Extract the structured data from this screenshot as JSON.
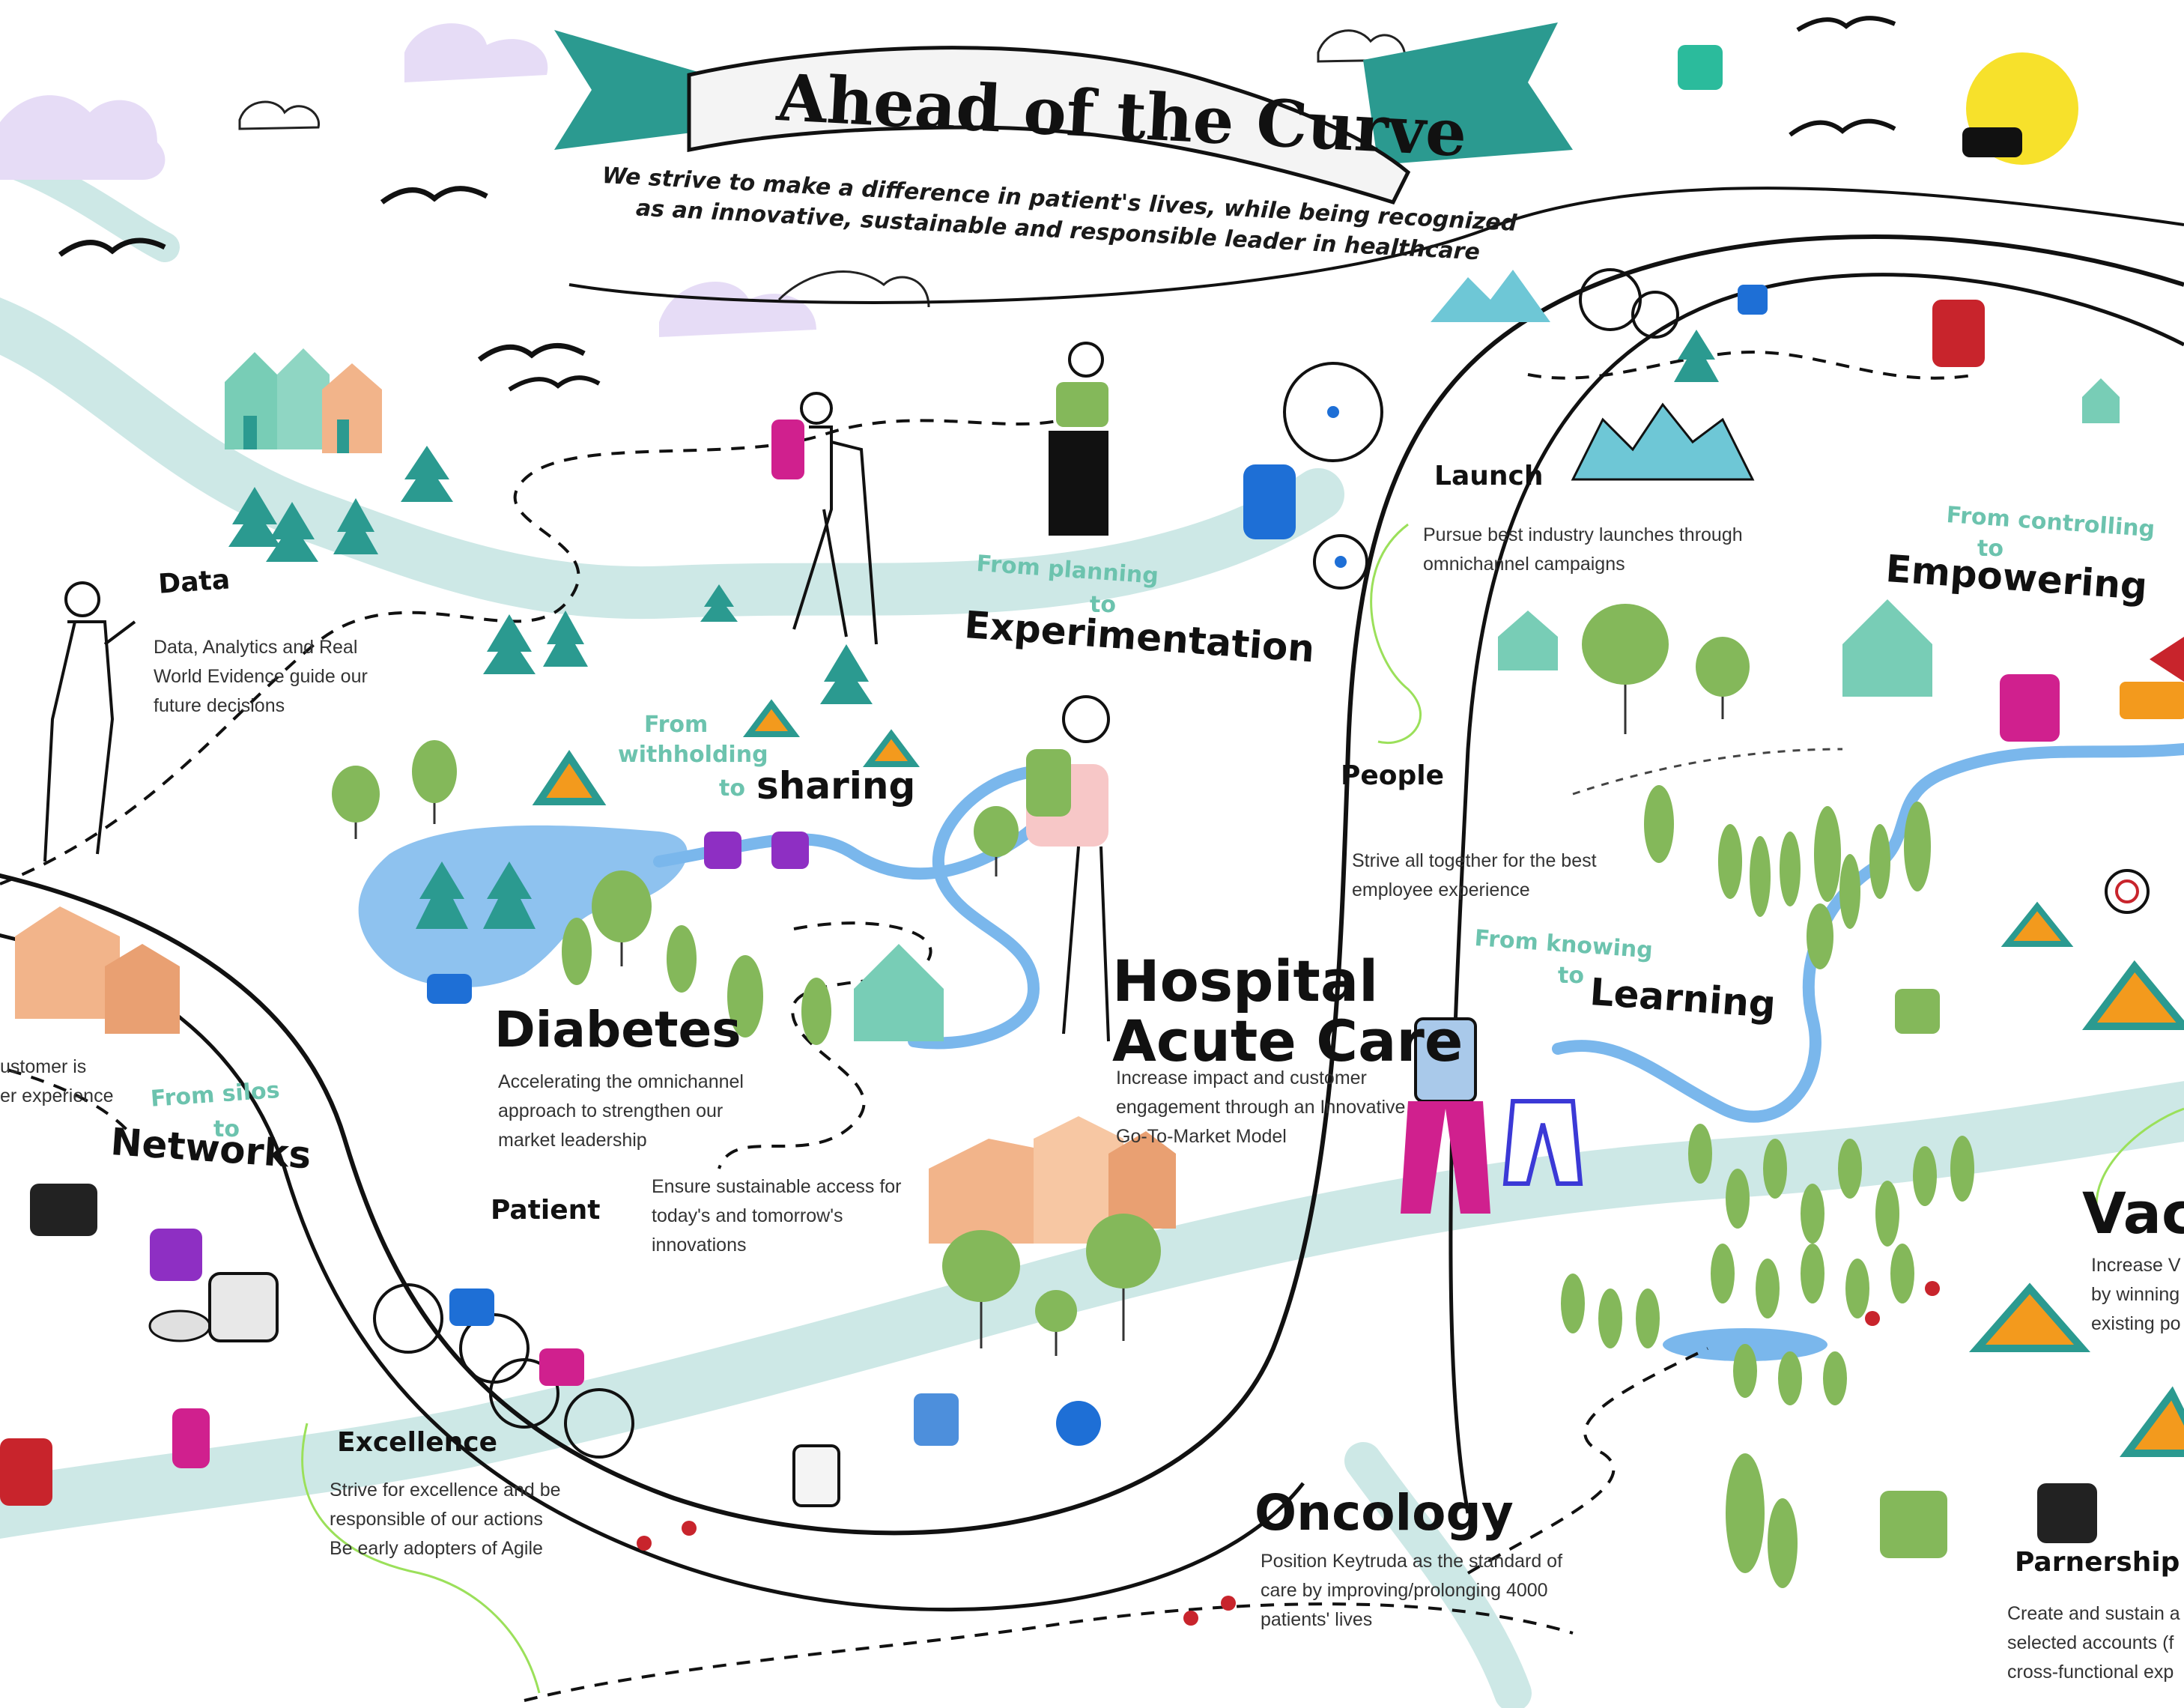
{
  "title": "Ahead of the Curve",
  "subtitle_line1": "We strive to make a difference in patient's lives, while being recognized",
  "subtitle_line2": "as an innovative, sustainable and responsible leader in healthcare",
  "colors": {
    "river": "#cde8e6",
    "lake": "#7ab7ec",
    "teal": "#2b9a90",
    "mint": "#78cdb6",
    "peach": "#f2b48a",
    "lavender": "#e6dcf6",
    "accent_green": "#6cc3ae",
    "tree_green": "#84b85a",
    "magenta": "#d0208e",
    "purple": "#8e2fc3",
    "orange": "#f39a1d",
    "red": "#c8242c",
    "yellow": "#f7e12b"
  },
  "tags": {
    "data": "Data",
    "launch": "Launch",
    "people": "People",
    "patient": "Patient",
    "excellence": "Excellence",
    "partnership": "Parnership"
  },
  "sections": {
    "data": {
      "desc": "Data, Analytics and Real World Evidence guide our future decisions"
    },
    "launch": {
      "desc": "Pursue best industry launches through omnichannel campaigns"
    },
    "people": {
      "desc": "Strive all together for the best employee experience"
    },
    "patient": {
      "desc": "Ensure sustainable access for today's and tomorrow's innovations"
    },
    "excellence": {
      "desc_l1": "Strive for excellence and be",
      "desc_l2": "responsible of our actions",
      "desc_l3": "Be early adopters of Agile"
    },
    "partnership": {
      "desc_l1": "Create and sustain a",
      "desc_l2": "selected accounts (f",
      "desc_l3": "cross-functional exp"
    },
    "customer": {
      "line1": "ustomer is",
      "line2": "er experience"
    }
  },
  "transitions": {
    "experimentation": {
      "from": "From planning",
      "to": "to",
      "target": "Experimentation"
    },
    "sharing": {
      "from": "From",
      "mid": "withholding",
      "to": "to",
      "target": "sharing"
    },
    "empowering": {
      "from": "From controlling",
      "to": "to",
      "target": "Empowering"
    },
    "learning": {
      "from": "From knowing",
      "to": "to",
      "target": "Learning"
    },
    "networks": {
      "from": "From silos",
      "to": "to",
      "target": "Networks"
    }
  },
  "franchises": {
    "diabetes": {
      "name": "Diabetes",
      "desc": "Accelerating the omnichannel approach to strengthen our market leadership"
    },
    "hospital": {
      "name_l1": "Hospital",
      "name_l2": "Acute Care",
      "desc": "Increase impact and customer engagement through an Innovative Go-To-Market Model"
    },
    "oncology": {
      "name": "Oncology",
      "desc": "Position Keytruda as the standard of care by improving/prolonging 4000 patients' lives"
    },
    "vaccines": {
      "name": "Vacc",
      "desc_l1": "Increase V",
      "desc_l2": "by winning",
      "desc_l3": "existing po"
    }
  }
}
